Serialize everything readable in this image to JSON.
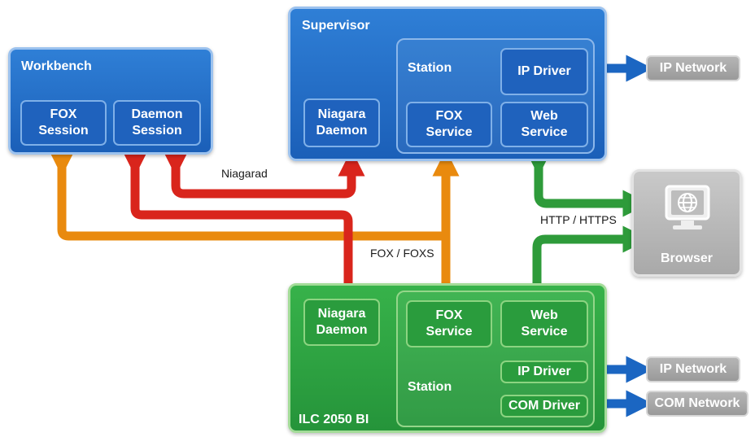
{
  "workbench": {
    "title": "Workbench",
    "fox_session": "FOX\nSession",
    "daemon_session": "Daemon\nSession"
  },
  "supervisor": {
    "title": "Supervisor",
    "niagara_daemon": "Niagara\nDaemon",
    "station_label": "Station",
    "fox_service": "FOX\nService",
    "web_service": "Web\nService",
    "ip_driver": "IP Driver"
  },
  "ilc": {
    "title": "ILC 2050 BI",
    "niagara_daemon": "Niagara\nDaemon",
    "station_label": "Station",
    "fox_service": "FOX\nService",
    "web_service": "Web\nService",
    "ip_driver": "IP Driver",
    "com_driver": "COM Driver"
  },
  "browser": {
    "label": "Browser",
    "icon": "globe-monitor-icon"
  },
  "networks": {
    "supervisor_ip": "IP Network",
    "ilc_ip": "IP Network",
    "ilc_com": "COM Network"
  },
  "connections": {
    "niagarad": "Niagarad",
    "fox_foxs": "FOX / FOXS",
    "http_https": "HTTP / HTTPS"
  },
  "colors": {
    "niagarad_arrow": "#d9251c",
    "fox_arrow": "#e98a0e",
    "http_arrow": "#2e9b3a",
    "network_arrow": "#1b66c2",
    "supervisor_panel": "#1f62bd",
    "ilc_panel": "#2a9c3d",
    "browser_panel": "#b3b3b3"
  }
}
